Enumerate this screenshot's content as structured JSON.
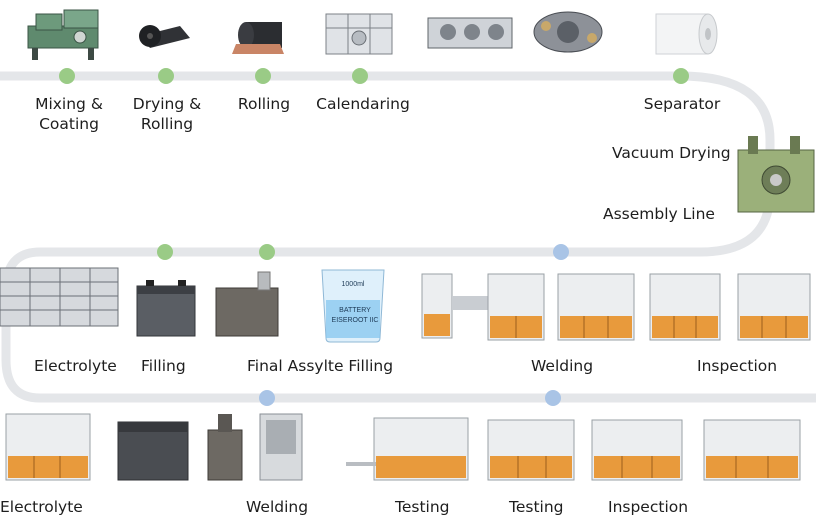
{
  "colors": {
    "track": "#e4e6e9",
    "dot_green": "#9acb86",
    "dot_blue": "#a9c4e6",
    "machine_frame": "#d9dde2",
    "machine_orange": "#e89a3c",
    "machine_green": "#8fa86a",
    "battery_dark": "#4c4f54"
  },
  "labels": {
    "mixing": "Mixing &\nCoating",
    "drying": "Drying &\nRolling",
    "rolling": "Rolling",
    "calendaring": "Calendaring",
    "separator": "Separator",
    "vacuum_drying": "Vacuum Drying",
    "assembly_line": "Assembly Line",
    "electrolyte_1": "Electrolyte",
    "filling": "Filling",
    "final_filling": "Final Assylte Filling",
    "welding_1": "Welding",
    "inspection_1": "Inspection",
    "electrolyte_2": "Electrolyte",
    "welding_2": "Welding",
    "testing_1": "Testing",
    "testing_2": "Testing",
    "inspection_2": "Inspection"
  },
  "beaker": {
    "volume_text": "1000ml",
    "label_line1": "BATTERY",
    "label_line2": "EISEROOT IIC"
  },
  "icons": [
    "coating-machine-icon",
    "film-roll-icon",
    "rolling-roll-icon",
    "calender-machine-icon",
    "winding-machine-icon",
    "turbine-assembly-icon",
    "separator-roll-icon",
    "vacuum-dryer-icon",
    "electrolyte-rack-icon",
    "battery-icon",
    "filling-tank-icon",
    "beaker-icon",
    "assembly-line-machine-icon",
    "welding-cabinet-icon",
    "battery-case-icon",
    "test-cabinet-icon",
    "testing-machine-icon",
    "inspection-machine-icon"
  ]
}
